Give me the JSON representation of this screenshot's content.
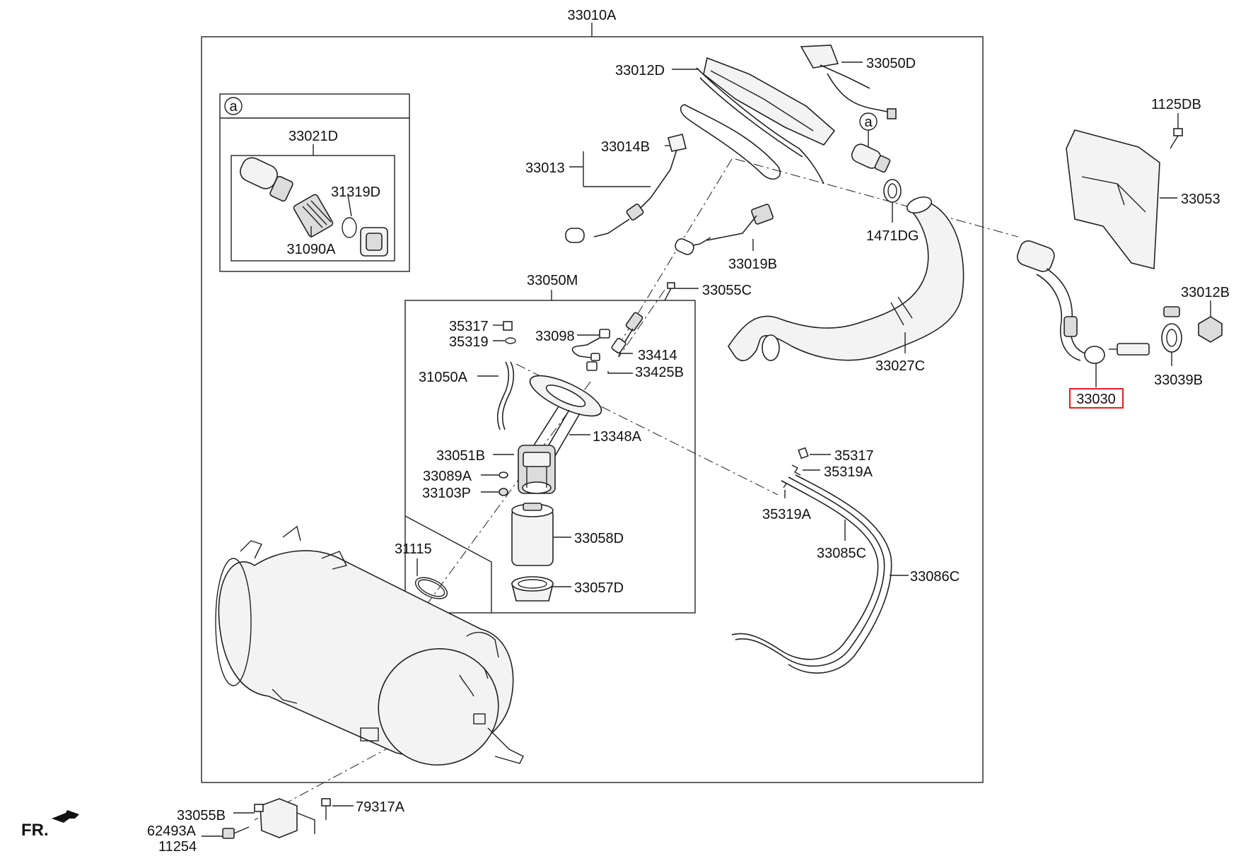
{
  "diagram": {
    "main_assembly": "33010A",
    "highlighted_part": "33030",
    "highlight_color": "#e02020",
    "front_indicator": "FR.",
    "inset_a": {
      "marker": "a",
      "assembly": "33021D",
      "parts": [
        "31319D",
        "31090A"
      ]
    },
    "callout_marker": "a",
    "labels": {
      "p33012D": "33012D",
      "p33050D": "33050D",
      "p33014B": "33014B",
      "p33013": "33013",
      "p33019B": "33019B",
      "p1471DG": "1471DG",
      "p1125DB": "1125DB",
      "p33053": "33053",
      "p33012B": "33012B",
      "p33039B": "33039B",
      "p33030": "33030",
      "p33050M": "33050M",
      "p33055C": "33055C",
      "p35317a": "35317",
      "p35319": "35319",
      "p33098": "33098",
      "p33414": "33414",
      "p33425B": "33425B",
      "p31050A": "31050A",
      "p13348A": "13348A",
      "p33051B": "33051B",
      "p33089A": "33089A",
      "p33103P": "33103P",
      "p33058D": "33058D",
      "p33057D": "33057D",
      "p31115": "31115",
      "p33027C": "33027C",
      "p35317b": "35317",
      "p35319Aa": "35319A",
      "p35319Ab": "35319A",
      "p33085C": "33085C",
      "p33086C": "33086C",
      "p33055B": "33055B",
      "p79317A": "79317A",
      "p62493A": "62493A",
      "p11254": "11254"
    }
  }
}
